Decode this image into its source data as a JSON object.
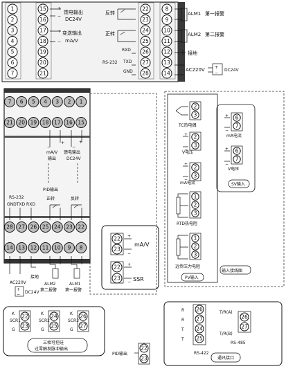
{
  "top_panel": {
    "rows": [
      {
        "a": "1",
        "b": "15",
        "c": "22",
        "d": "8"
      },
      {
        "a": "2",
        "b": "16",
        "c": "23",
        "d": "9"
      },
      {
        "a": "3",
        "b": "17",
        "c": "24",
        "d": "10"
      },
      {
        "a": "4",
        "b": "18",
        "c": "25",
        "d": "11"
      },
      {
        "a": "5",
        "b": "19",
        "c": "26",
        "d": "12"
      },
      {
        "a": "6",
        "b": "20",
        "c": "27",
        "d": "13"
      },
      {
        "a": "7",
        "b": "21",
        "c": "28",
        "d": "14"
      }
    ],
    "feed_label": "馈电输出",
    "feed_voltage": "DC24V",
    "trans_label": "变送输出",
    "trans_unit": "mA/V",
    "reverse_label": "反转",
    "forward_label": "正转",
    "rxd": "RXD",
    "txd": "TXD",
    "rs232": "RS-232",
    "gnd": "GND",
    "alm1": "ALM1",
    "alm1_label": "第一报警",
    "alm2": "ALM2",
    "alm2_label": "第二报警",
    "ground_label": "接地",
    "ac_label": "AC220V",
    "dc_label": "DC24V"
  },
  "main_panel": {
    "top_row": [
      "7",
      "6",
      "5",
      "4",
      "3",
      "2",
      "1"
    ],
    "mid_row": [
      "21",
      "20",
      "19",
      "18",
      "17",
      "16",
      "15"
    ],
    "row_28": [
      "28",
      "27",
      "26",
      "25",
      "24",
      "23",
      "22"
    ],
    "row_14": [
      "14",
      "13",
      "12",
      "11",
      "10",
      "9",
      "8"
    ],
    "mav_out": "mA/V",
    "out_label": "输出",
    "feed_out": "馈电输出",
    "feed_v": "DC24V",
    "pid_out": "PID输出",
    "rs232": "RS-232",
    "gnd_txd_rxd": "GNDTXD RXD",
    "forward": "正转",
    "reverse": "反转",
    "ac220": "AC220V",
    "ground": "接地",
    "dc24": "DC24V",
    "alm2": "ALM2",
    "alm2_label": "第二报警",
    "alm1": "ALM1",
    "alm1_label": "第一报警"
  },
  "mav_box": {
    "t1": "22",
    "t2": "23",
    "label": "mA/V",
    "t3": "22",
    "t4": "23",
    "ssr": "SSR"
  },
  "input_panel": {
    "tc_label": "TC热电偶",
    "v_label": "V电压",
    "ma_label": "mA电流",
    "rtd_label": "RTD热电阻",
    "remote_label": "远传压力电阻",
    "pv_label": "PV输入",
    "sv_ma_label": "mA电流",
    "sv_v_label": "V电压",
    "sv_label": "SV输入",
    "diagram_label": "输入接线图",
    "pv_terms": [
      "2",
      "3"
    ],
    "rtd_terms": [
      "1",
      "2",
      "3"
    ],
    "sv_terms": [
      "6",
      "7"
    ]
  },
  "scr": {
    "scr1": "SCR1",
    "scr2": "SCR2",
    "scr3": "SCR3",
    "terms1": [
      "22",
      "23"
    ],
    "terms2": [
      "24",
      "25"
    ],
    "terms3": [
      "26",
      "27"
    ],
    "k": "K",
    "g": "G",
    "title_line1": "三相可控硅",
    "title_line2": "过零触发脉冲输出"
  },
  "pid_bottom": {
    "label": "PID输出",
    "terms": [
      "22",
      "23"
    ]
  },
  "comm": {
    "terms_422": [
      "26",
      "27",
      "24",
      "25"
    ],
    "label_422": "RS-422",
    "terms_485": [
      "26",
      "27"
    ],
    "tr_a": "T/R(A)",
    "tr_b": "T/R(B)",
    "label_485": "RS-485",
    "title": "通讯接口",
    "r": "R",
    "t": "T"
  }
}
